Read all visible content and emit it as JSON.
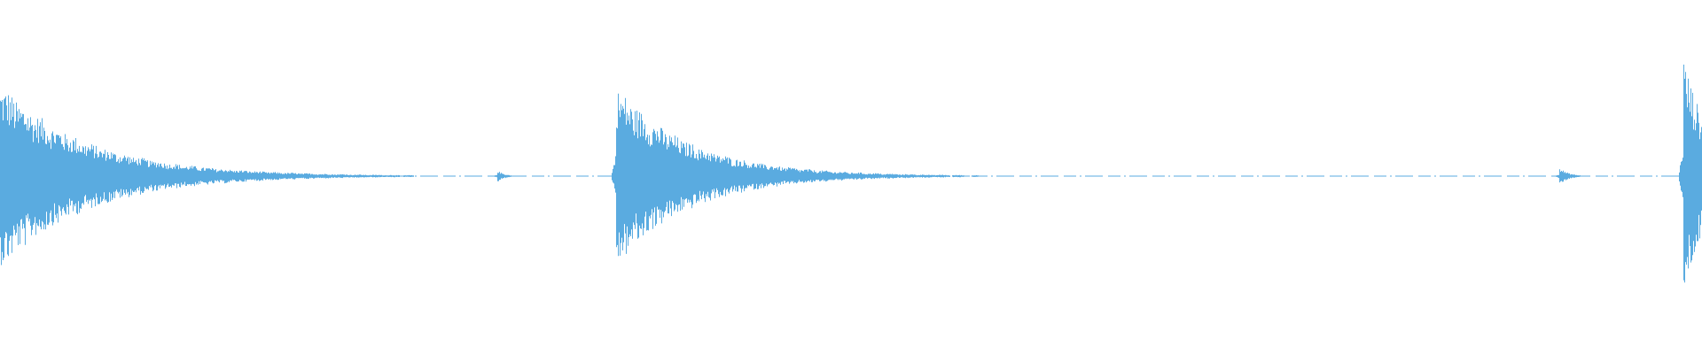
{
  "waveform": {
    "color": "#5aabe0",
    "background": "#ffffff",
    "bursts": [
      {
        "position": 0.0,
        "amplitude": 0.63,
        "decay": 95
      },
      {
        "position": 0.292,
        "amplitude": 0.04,
        "decay": 8
      },
      {
        "position": 0.362,
        "amplitude": 0.61,
        "decay": 80
      },
      {
        "position": 0.916,
        "amplitude": 0.06,
        "decay": 10
      },
      {
        "position": 0.989,
        "amplitude": 0.85,
        "decay": 30
      }
    ]
  }
}
